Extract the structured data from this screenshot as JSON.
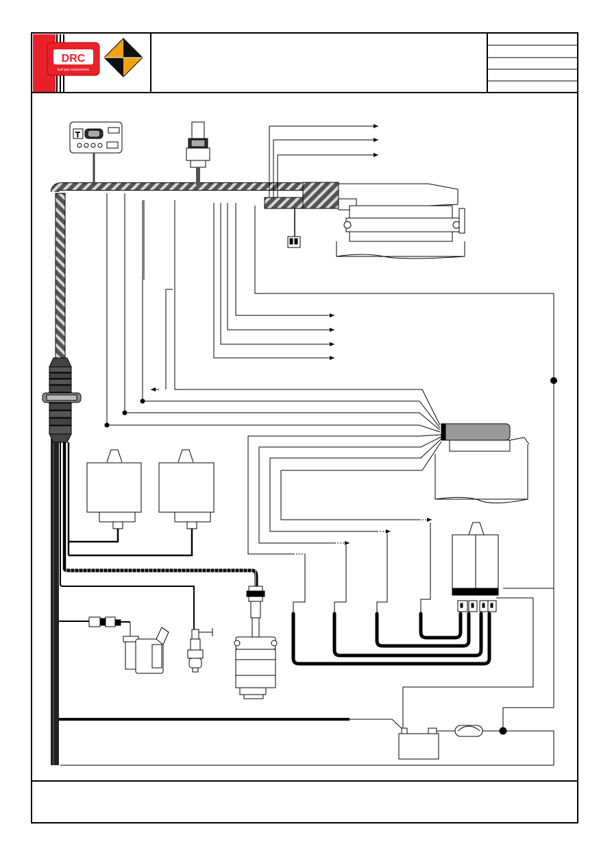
{
  "header": {
    "brand_logo_text": "DRC",
    "brand_logo_subtext": "fuel gas components",
    "title": "",
    "revision_fields": [
      "",
      "",
      "",
      "",
      ""
    ]
  },
  "footer": {
    "note": ""
  },
  "colors": {
    "line": "#000000",
    "logo_red": "#e8202a",
    "logo_orange": "#f2a20f",
    "harness_gray": "#555555",
    "stripe_light": "#c8c8c8"
  },
  "components": [
    "switch-panel",
    "pressure-sensor",
    "ecu-main",
    "connector-plug",
    "sensor-relay-1",
    "sensor-relay-2",
    "gas-ecu",
    "dual-relay",
    "oxygen-sensor",
    "gas-valve",
    "temperature-sensor",
    "reducer-injector",
    "battery",
    "fuse",
    "grommet"
  ]
}
